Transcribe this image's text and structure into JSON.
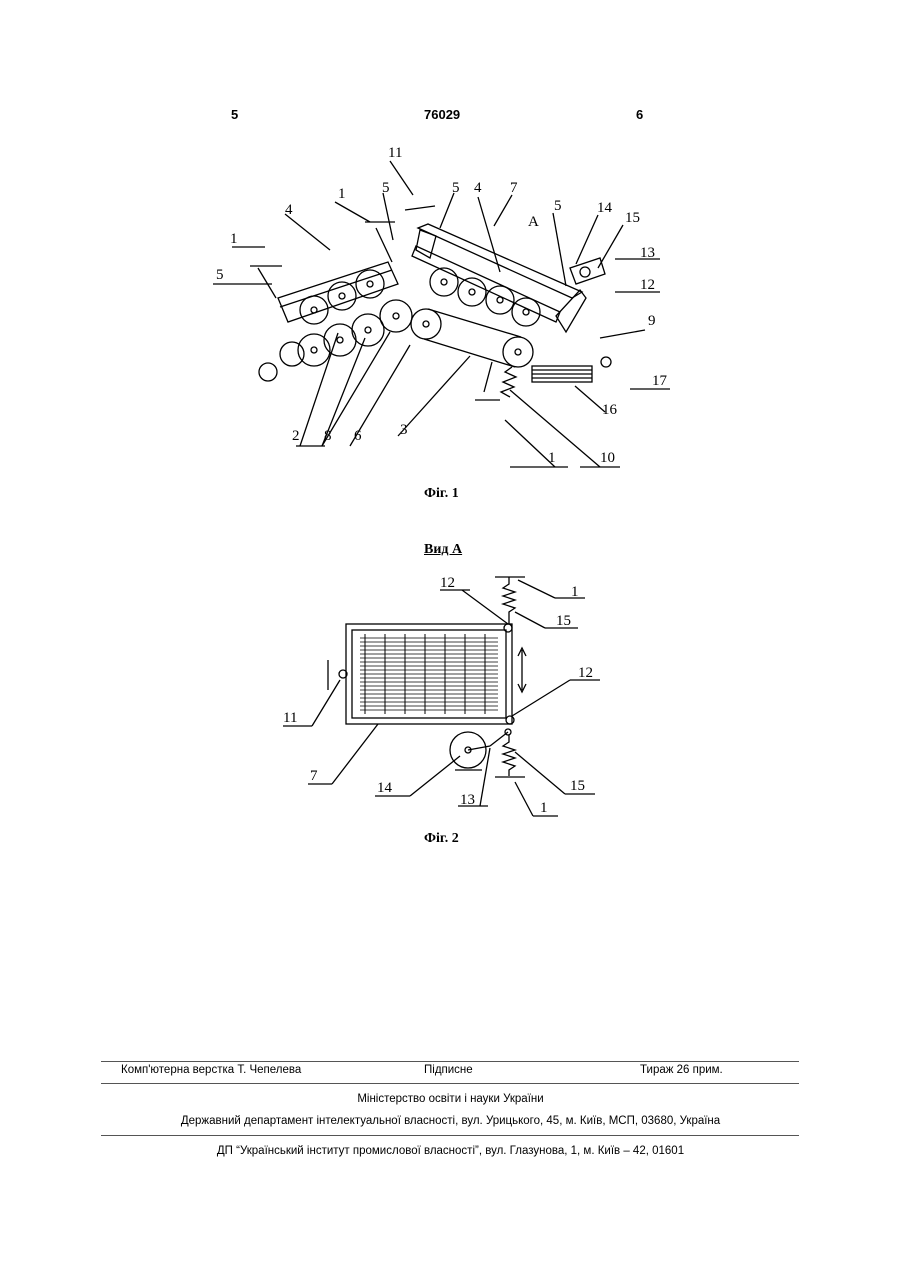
{
  "header": {
    "left": "5",
    "center": "76029",
    "right": "6"
  },
  "figure1": {
    "caption": "Фіг. 1",
    "labels": [
      "1",
      "2",
      "3",
      "4",
      "5",
      "6",
      "7",
      "8",
      "9",
      "10",
      "11",
      "12",
      "13",
      "14",
      "15",
      "16",
      "17",
      "A"
    ]
  },
  "figure2": {
    "title": "Вид А",
    "caption": "Фіг. 2",
    "labels": [
      "1",
      "7",
      "11",
      "12",
      "13",
      "14",
      "15"
    ]
  },
  "footer": {
    "layout": "Комп'ютерна верстка Т. Чепелева",
    "signed": "Підписне",
    "circulation": "Тираж 26 прим.",
    "ministry": "Міністерство освіти і науки України",
    "department": "Державний департамент інтелектуальної власності, вул. Урицького, 45, м. Київ, МСП, 03680, Україна",
    "institute": "ДП “Український інститут промислової власності”, вул. Глазунова, 1, м. Київ – 42, 01601"
  }
}
